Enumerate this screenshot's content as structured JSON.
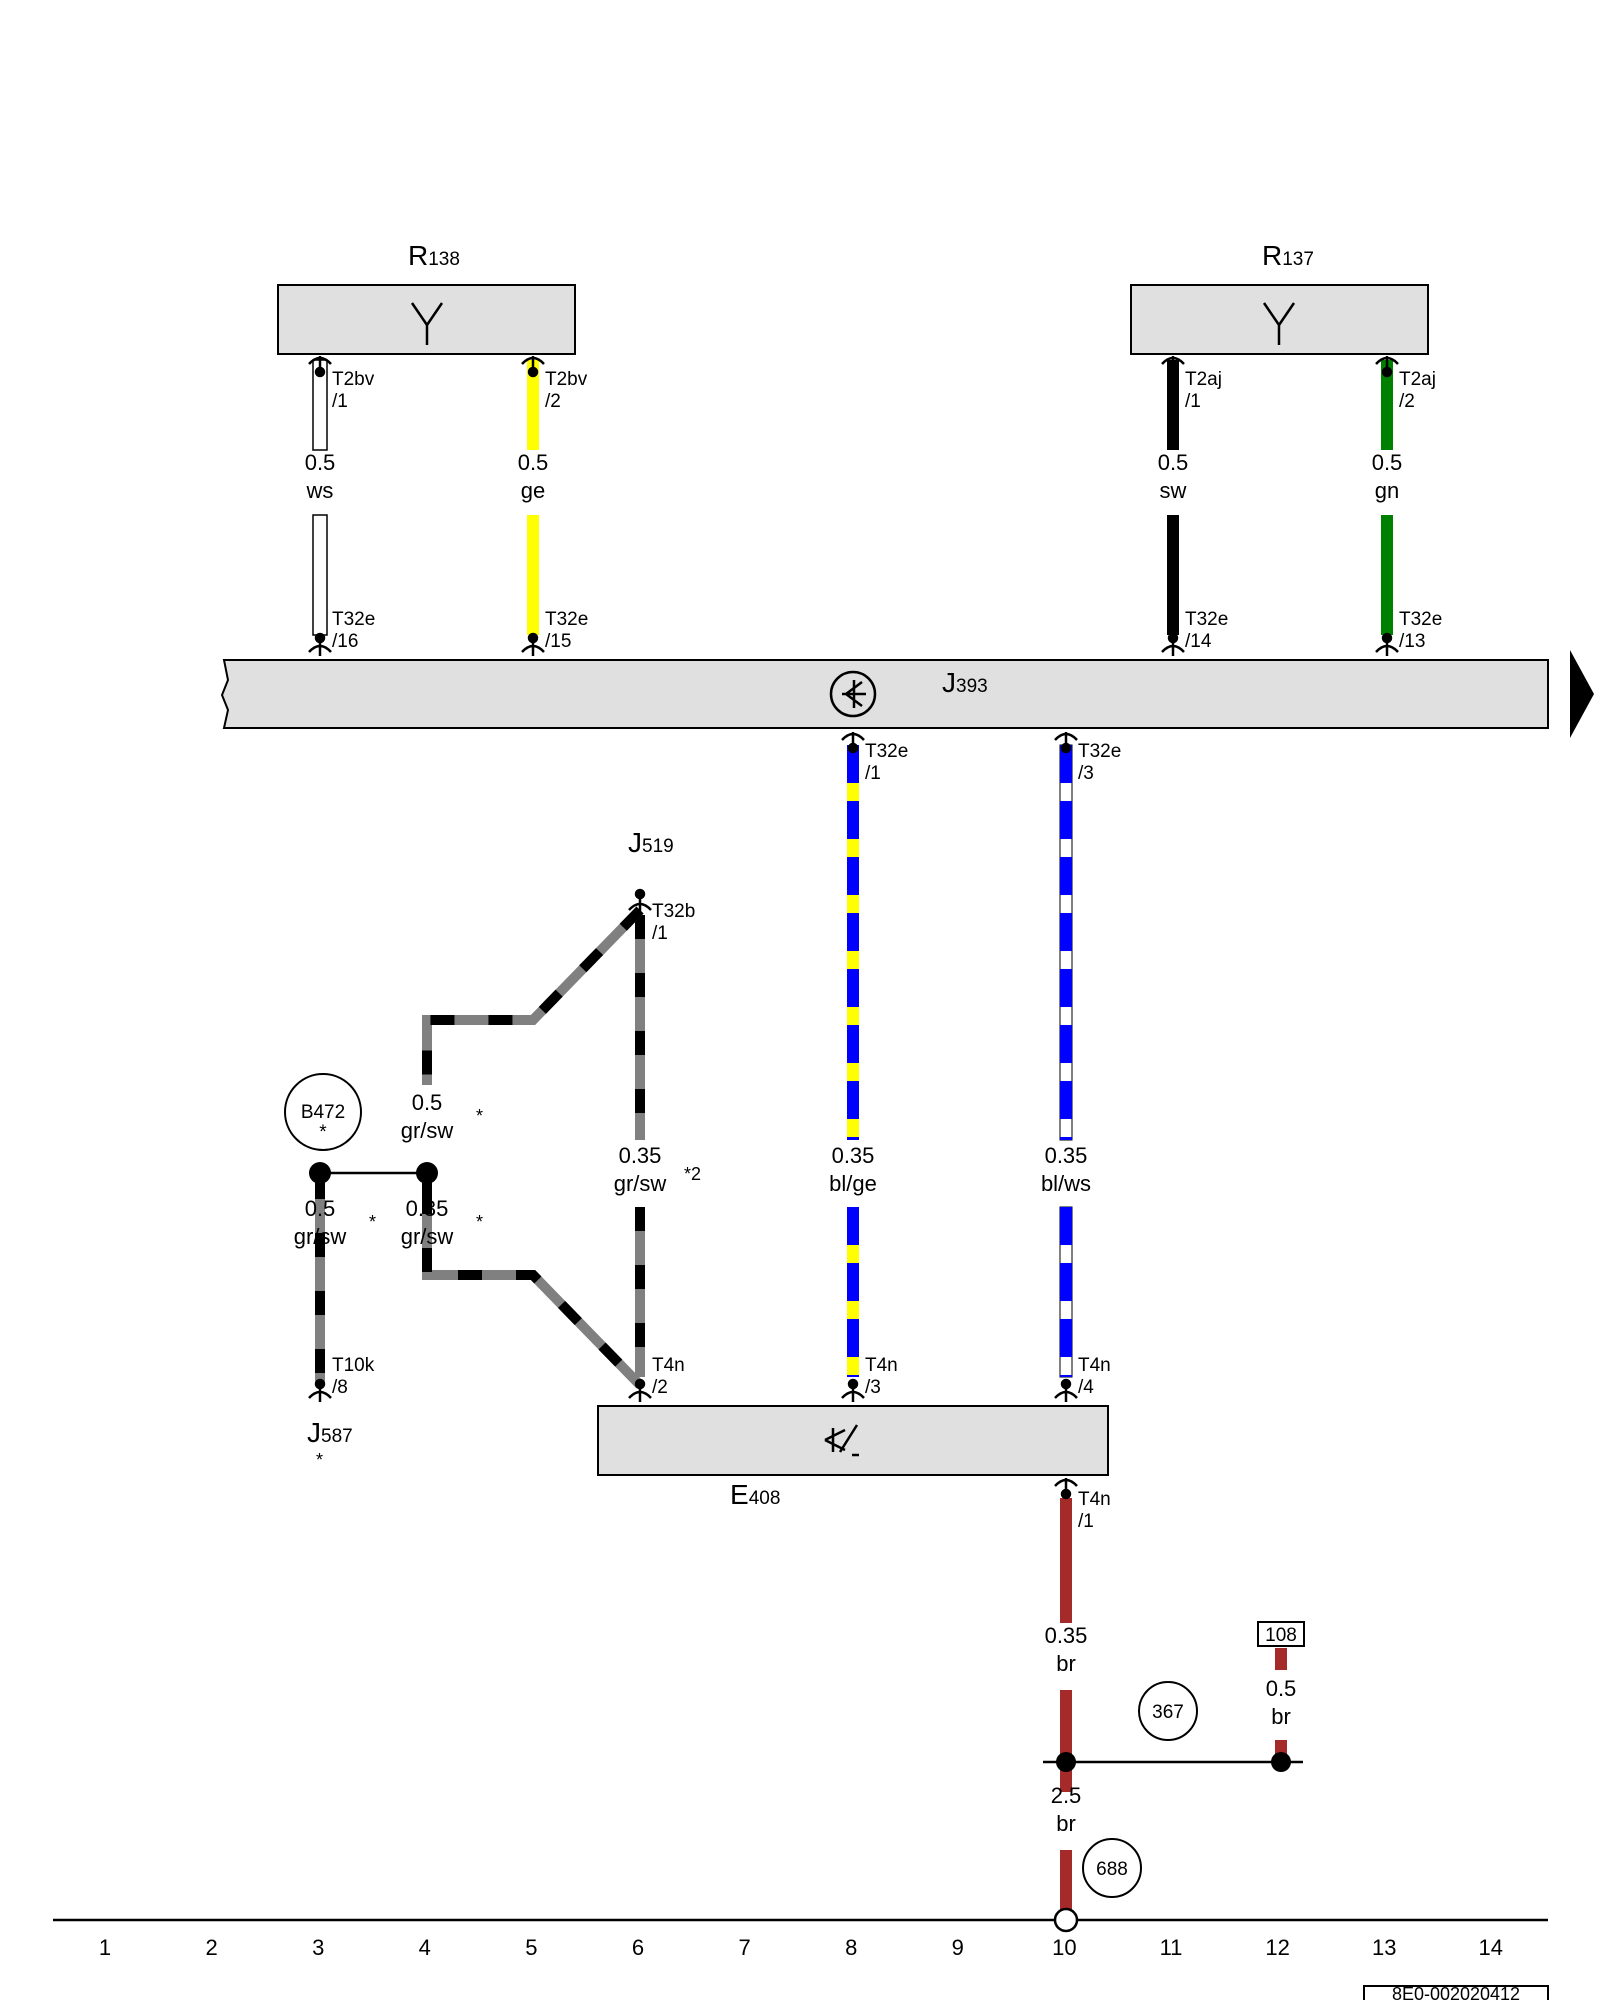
{
  "components": {
    "R138": {
      "main": "R",
      "sub": "138"
    },
    "R137": {
      "main": "R",
      "sub": "137"
    },
    "J393": {
      "main": "J",
      "sub": "393"
    },
    "J519": {
      "main": "J",
      "sub": "519"
    },
    "J587": {
      "main": "J",
      "sub": "587",
      "note": "*"
    },
    "E408": {
      "main": "E",
      "sub": "408"
    }
  },
  "pins": {
    "r138_1": {
      "name": "T2bv",
      "num": "/1"
    },
    "r138_2": {
      "name": "T2bv",
      "num": "/2"
    },
    "r137_1": {
      "name": "T2aj",
      "num": "/1"
    },
    "r137_2": {
      "name": "T2aj",
      "num": "/2"
    },
    "j393_16": {
      "name": "T32e",
      "num": "/16"
    },
    "j393_15": {
      "name": "T32e",
      "num": "/15"
    },
    "j393_14": {
      "name": "T32e",
      "num": "/14"
    },
    "j393_13": {
      "name": "T32e",
      "num": "/13"
    },
    "j393_1": {
      "name": "T32e",
      "num": "/1"
    },
    "j393_3": {
      "name": "T32e",
      "num": "/3"
    },
    "j519_1": {
      "name": "T32b",
      "num": "/1"
    },
    "j587_8": {
      "name": "T10k",
      "num": "/8"
    },
    "e408_2": {
      "name": "T4n",
      "num": "/2"
    },
    "e408_3": {
      "name": "T4n",
      "num": "/3"
    },
    "e408_4": {
      "name": "T4n",
      "num": "/4"
    },
    "e408_1": {
      "name": "T4n",
      "num": "/1"
    }
  },
  "wires": {
    "w_ws": {
      "size": "0.5",
      "color": "ws"
    },
    "w_ge": {
      "size": "0.5",
      "color": "ge"
    },
    "w_sw": {
      "size": "0.5",
      "color": "sw"
    },
    "w_gn": {
      "size": "0.5",
      "color": "gn"
    },
    "w_blge": {
      "size": "0.35",
      "color": "bl/ge"
    },
    "w_blws": {
      "size": "0.35",
      "color": "bl/ws"
    },
    "w_grsw_upper": {
      "size": "0.5",
      "color": "gr/sw",
      "note": "*"
    },
    "w_grsw_mid": {
      "size": "0.35",
      "color": "gr/sw",
      "note": "*2"
    },
    "w_grsw_left": {
      "size": "0.5",
      "color": "gr/sw",
      "note": "*"
    },
    "w_grsw_lower": {
      "size": "0.35",
      "color": "gr/sw",
      "note": "*"
    },
    "w_br_e408": {
      "size": "0.35",
      "color": "br"
    },
    "w_br_108": {
      "size": "0.5",
      "color": "br"
    },
    "w_br_main": {
      "size": "2.5",
      "color": "br"
    }
  },
  "circles": {
    "b472": {
      "label": "B472",
      "note": "*"
    },
    "c367": {
      "label": "367"
    },
    "c688": {
      "label": "688"
    }
  },
  "ref_box": "108",
  "grid": [
    "1",
    "2",
    "3",
    "4",
    "5",
    "6",
    "7",
    "8",
    "9",
    "10",
    "11",
    "12",
    "13",
    "14"
  ],
  "doc_id": "8E0-002020412",
  "colors": {
    "ws": "#ffffff",
    "ge": "#ffff00",
    "sw": "#000000",
    "gn": "#008000",
    "bl": "#0000ff",
    "gr": "#808080",
    "br": "#a52a2a",
    "box": "#e0e0e0"
  }
}
